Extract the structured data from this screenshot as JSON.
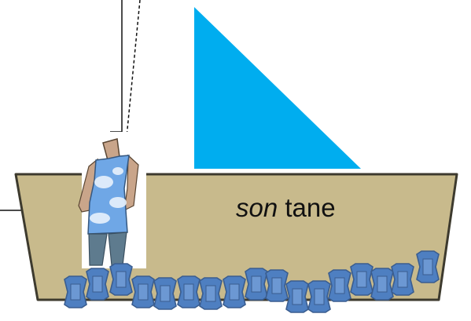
{
  "colors": {
    "sail": "#00ADEF",
    "hull_fill": "#C8BA8C",
    "hull_stroke": "#3D3A2E",
    "figure_stroke": "#3A5D8F",
    "figure_fill": "#4E7FC1"
  },
  "label": {
    "word_italic": "son",
    "word_regular": "tane"
  },
  "icons": [
    "sail-shape",
    "boat-hull",
    "person-figure",
    "small-figures-row",
    "pointer-lines"
  ]
}
